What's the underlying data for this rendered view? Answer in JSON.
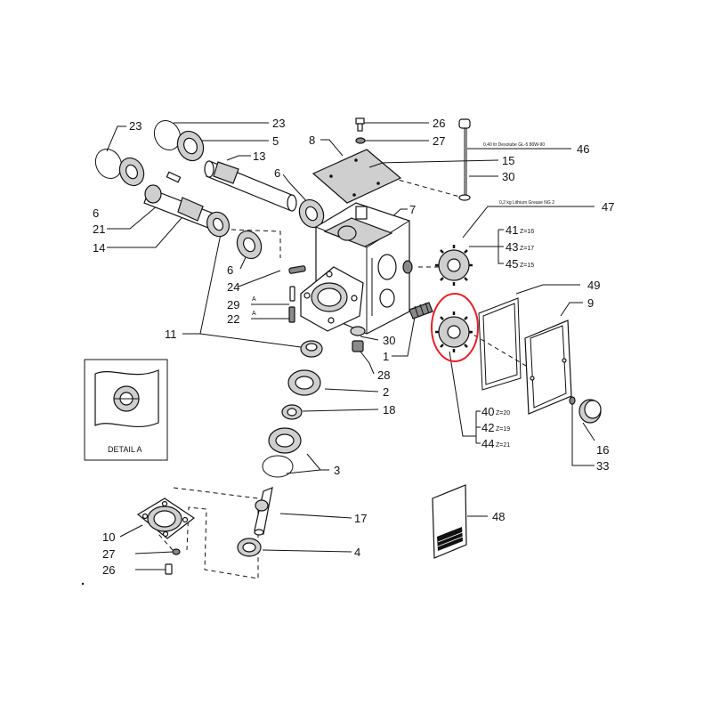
{
  "labels": {
    "l23a": "23",
    "l23b": "23",
    "l5": "5",
    "l8": "8",
    "l26a": "26",
    "l27a": "27",
    "l46": "46",
    "l13": "13",
    "l15": "15",
    "l6a": "6",
    "l30a": "30",
    "l6b": "6",
    "l7": "7",
    "l21": "21",
    "l47": "47",
    "l14": "14",
    "l41": "41",
    "l43": "43",
    "l45": "45",
    "l6c": "6",
    "l24": "24",
    "l49": "49",
    "l9": "9",
    "l29": "29",
    "l22": "22",
    "l11": "11",
    "l30b": "30",
    "l1": "1",
    "l28": "28",
    "l2": "2",
    "l18": "18",
    "l40": "40",
    "l42": "42",
    "l44": "44",
    "l16": "16",
    "l3": "3",
    "l33": "33",
    "l48": "48",
    "l17": "17",
    "l10": "10",
    "l27b": "27",
    "l4": "4",
    "l26b": "26"
  },
  "gear_counts": {
    "z16": "Z=16",
    "z17": "Z=17",
    "z15": "Z=15",
    "z20": "Z=20",
    "z19": "Z=19",
    "z21": "Z=21"
  },
  "markers": {
    "a29": "A",
    "a22": "A"
  },
  "notes": {
    "n46": "0,40 ltr Dexolube GL-5 80W-90",
    "n47": "0,2 kg Lithium Grease NG 2"
  },
  "detail": {
    "title": "DETAIL A"
  },
  "colors": {
    "highlight": "#e8202a"
  }
}
